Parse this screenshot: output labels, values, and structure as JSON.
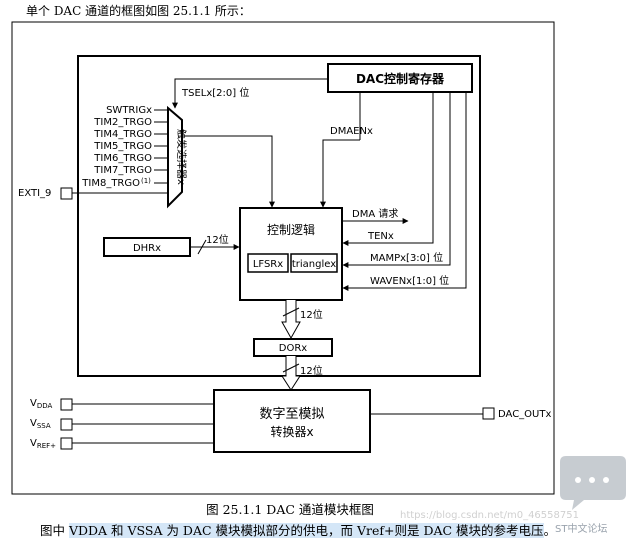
{
  "intro_text": "单个 DAC 通道的框图如图 25.1.1 所示：",
  "diagram": {
    "dac_control_register": "DAC控制寄存器",
    "tsel_label": "TSELx[2:0] 位",
    "dmaen_label": "DMAENx",
    "trigger_selector": "触发选择器x",
    "trigger_inputs": [
      "SWTRIGx",
      "TIM2_TRGO",
      "TIM4_TRGO",
      "TIM5_TRGO",
      "TIM6_TRGO",
      "TIM7_TRGO",
      "TIM8_TRGO"
    ],
    "tim8_superscript": "(1)",
    "exti_label": "EXTI_9",
    "control_logic": "控制逻辑",
    "lfsr": "LFSRx",
    "triangle": "trianglex",
    "dma_request": "DMA 请求",
    "ten_label": "TENx",
    "mamp_label": "MAMPx[3:0] 位",
    "wave_label": "WAVENx[1:0] 位",
    "dhr": "DHRx",
    "bus_12bit_1": "12位",
    "bus_12bit_2": "12位",
    "bus_12bit_3": "12位",
    "dor": "DORx",
    "dac_converter_line1": "数字至模拟",
    "dac_converter_line2": "转换器x",
    "vdda_main": "V",
    "vdda_sub": "DDA",
    "vssa_main": "V",
    "vssa_sub": "SSA",
    "vref_main": "V",
    "vref_sub": "REF+",
    "dac_out": "DAC_OUTx"
  },
  "caption": "图 25.1.1 DAC 通道模块框图",
  "note": {
    "p1": "图中 ",
    "highlight": "VDDA 和 VSSA 为 DAC 模块模拟部分的供电，而 Vref+则是 DAC 模块的参考电压",
    "p2": "。"
  },
  "watermark": {
    "text": "https://blog.csdn.net/m0_46558751",
    "site": "ST中文论坛"
  }
}
